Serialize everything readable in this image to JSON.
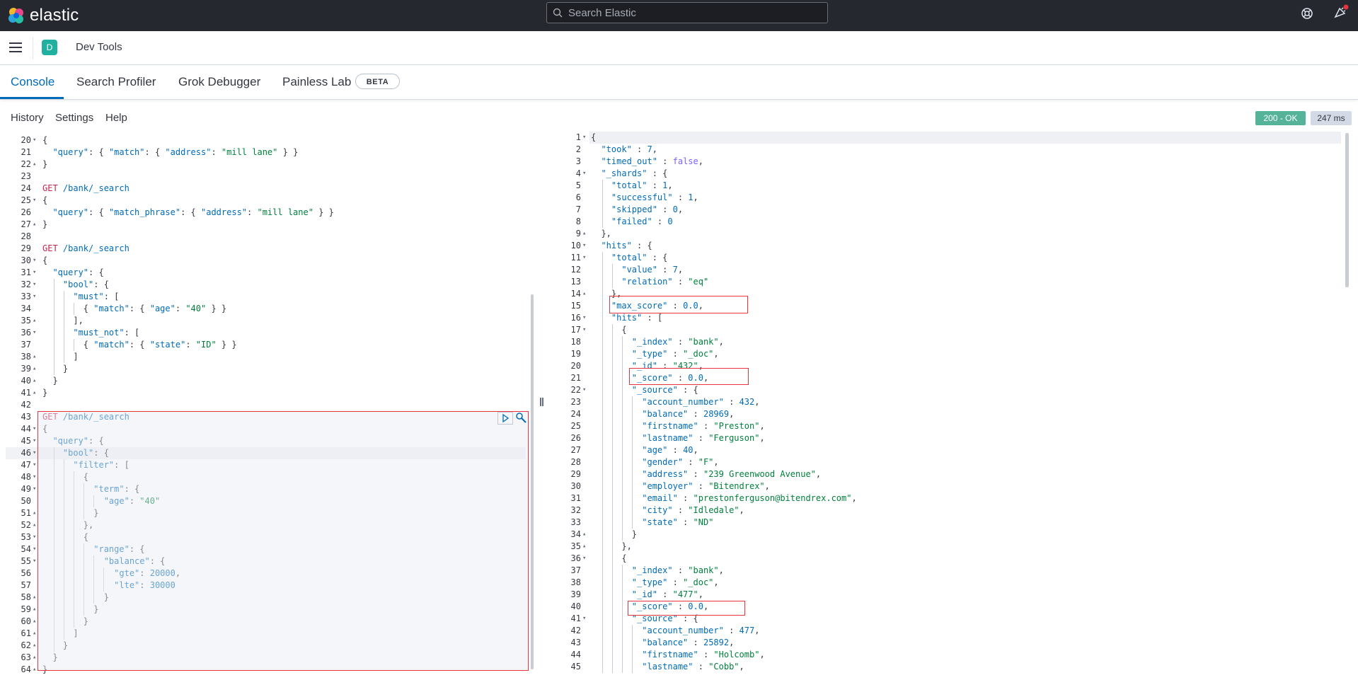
{
  "app": {
    "brand": "elastic"
  },
  "search": {
    "placeholder": "Search Elastic"
  },
  "header": {
    "space_initial": "D",
    "title": "Dev Tools"
  },
  "tabs": [
    {
      "label": "Console",
      "active": true
    },
    {
      "label": "Search Profiler"
    },
    {
      "label": "Grok Debugger"
    },
    {
      "label": "Painless Lab"
    }
  ],
  "beta_badge": "BETA",
  "toolbar": {
    "history": "History",
    "settings": "Settings",
    "help": "Help"
  },
  "status": {
    "code": "200 - OK",
    "time": "247 ms"
  },
  "colors": {
    "accent": "#006bb8",
    "success": "#54b399",
    "topbar": "#25282f",
    "highlight_box": "#e7343f"
  },
  "request_editor": {
    "lines": [
      {
        "n": "20",
        "fold": "v",
        "t": "{"
      },
      {
        "n": "21",
        "t": "  \"query\": { \"match\": { \"address\": \"mill lane\" } }"
      },
      {
        "n": "22",
        "fold": "^",
        "t": "}"
      },
      {
        "n": "23",
        "t": ""
      },
      {
        "n": "24",
        "t": "GET /bank/_search"
      },
      {
        "n": "25",
        "fold": "v",
        "t": "{"
      },
      {
        "n": "26",
        "t": "  \"query\": { \"match_phrase\": { \"address\": \"mill lane\" } }"
      },
      {
        "n": "27",
        "fold": "^",
        "t": "}"
      },
      {
        "n": "28",
        "t": ""
      },
      {
        "n": "29",
        "t": "GET /bank/_search"
      },
      {
        "n": "30",
        "fold": "v",
        "t": "{"
      },
      {
        "n": "31",
        "fold": "v",
        "t": "  \"query\": {"
      },
      {
        "n": "32",
        "fold": "v",
        "t": "    \"bool\": {"
      },
      {
        "n": "33",
        "fold": "v",
        "t": "      \"must\": ["
      },
      {
        "n": "34",
        "t": "        { \"match\": { \"age\": \"40\" } }"
      },
      {
        "n": "35",
        "fold": "^",
        "t": "      ],"
      },
      {
        "n": "36",
        "fold": "v",
        "t": "      \"must_not\": ["
      },
      {
        "n": "37",
        "t": "        { \"match\": { \"state\": \"ID\" } }"
      },
      {
        "n": "38",
        "fold": "^",
        "t": "      ]"
      },
      {
        "n": "39",
        "fold": "^",
        "t": "    }"
      },
      {
        "n": "40",
        "fold": "^",
        "t": "  }"
      },
      {
        "n": "41",
        "fold": "^",
        "t": "}"
      },
      {
        "n": "42",
        "t": ""
      },
      {
        "n": "43",
        "t": "GET /bank/_search"
      },
      {
        "n": "44",
        "fold": "v",
        "t": "{"
      },
      {
        "n": "45",
        "fold": "v",
        "t": "  \"query\": {"
      },
      {
        "n": "46",
        "fold": "v",
        "t": "    \"bool\": {"
      },
      {
        "n": "47",
        "fold": "v",
        "t": "      \"filter\": ["
      },
      {
        "n": "48",
        "fold": "v",
        "t": "        {"
      },
      {
        "n": "49",
        "fold": "v",
        "t": "          \"term\": {"
      },
      {
        "n": "50",
        "t": "            \"age\": \"40\""
      },
      {
        "n": "51",
        "fold": "^",
        "t": "          }"
      },
      {
        "n": "52",
        "fold": "^",
        "t": "        },"
      },
      {
        "n": "53",
        "fold": "v",
        "t": "        {"
      },
      {
        "n": "54",
        "fold": "v",
        "t": "          \"range\": {"
      },
      {
        "n": "55",
        "fold": "v",
        "t": "            \"balance\": {"
      },
      {
        "n": "56",
        "t": "              \"gte\": 20000,"
      },
      {
        "n": "57",
        "t": "              \"lte\": 30000"
      },
      {
        "n": "58",
        "fold": "^",
        "t": "            }"
      },
      {
        "n": "59",
        "fold": "^",
        "t": "          }"
      },
      {
        "n": "60",
        "fold": "^",
        "t": "        }"
      },
      {
        "n": "61",
        "fold": "^",
        "t": "      ]"
      },
      {
        "n": "62",
        "fold": "^",
        "t": "    }"
      },
      {
        "n": "63",
        "fold": "^",
        "t": "  }"
      },
      {
        "n": "64",
        "fold": "^",
        "t": "}"
      }
    ]
  },
  "response_editor": {
    "lines": [
      {
        "n": "1",
        "fold": "v",
        "t": "{"
      },
      {
        "n": "2",
        "t": "  \"took\" : 7,"
      },
      {
        "n": "3",
        "t": "  \"timed_out\" : false,"
      },
      {
        "n": "4",
        "fold": "v",
        "t": "  \"_shards\" : {"
      },
      {
        "n": "5",
        "t": "    \"total\" : 1,"
      },
      {
        "n": "6",
        "t": "    \"successful\" : 1,"
      },
      {
        "n": "7",
        "t": "    \"skipped\" : 0,"
      },
      {
        "n": "8",
        "t": "    \"failed\" : 0"
      },
      {
        "n": "9",
        "fold": "^",
        "t": "  },"
      },
      {
        "n": "10",
        "fold": "v",
        "t": "  \"hits\" : {"
      },
      {
        "n": "11",
        "fold": "v",
        "t": "    \"total\" : {"
      },
      {
        "n": "12",
        "t": "      \"value\" : 7,"
      },
      {
        "n": "13",
        "t": "      \"relation\" : \"eq\""
      },
      {
        "n": "14",
        "fold": "^",
        "t": "    },"
      },
      {
        "n": "15",
        "t": "    \"max_score\" : 0.0,"
      },
      {
        "n": "16",
        "fold": "v",
        "t": "    \"hits\" : ["
      },
      {
        "n": "17",
        "fold": "v",
        "t": "      {"
      },
      {
        "n": "18",
        "t": "        \"_index\" : \"bank\","
      },
      {
        "n": "19",
        "t": "        \"_type\" : \"_doc\","
      },
      {
        "n": "20",
        "t": "        \"_id\" : \"432\","
      },
      {
        "n": "21",
        "t": "        \"_score\" : 0.0,"
      },
      {
        "n": "22",
        "fold": "v",
        "t": "        \"_source\" : {"
      },
      {
        "n": "23",
        "t": "          \"account_number\" : 432,"
      },
      {
        "n": "24",
        "t": "          \"balance\" : 28969,"
      },
      {
        "n": "25",
        "t": "          \"firstname\" : \"Preston\","
      },
      {
        "n": "26",
        "t": "          \"lastname\" : \"Ferguson\","
      },
      {
        "n": "27",
        "t": "          \"age\" : 40,"
      },
      {
        "n": "28",
        "t": "          \"gender\" : \"F\","
      },
      {
        "n": "29",
        "t": "          \"address\" : \"239 Greenwood Avenue\","
      },
      {
        "n": "30",
        "t": "          \"employer\" : \"Bitendrex\","
      },
      {
        "n": "31",
        "t": "          \"email\" : \"prestonferguson@bitendrex.com\","
      },
      {
        "n": "32",
        "t": "          \"city\" : \"Idledale\","
      },
      {
        "n": "33",
        "t": "          \"state\" : \"ND\""
      },
      {
        "n": "34",
        "fold": "^",
        "t": "        }"
      },
      {
        "n": "35",
        "fold": "^",
        "t": "      },"
      },
      {
        "n": "36",
        "fold": "v",
        "t": "      {"
      },
      {
        "n": "37",
        "t": "        \"_index\" : \"bank\","
      },
      {
        "n": "38",
        "t": "        \"_type\" : \"_doc\","
      },
      {
        "n": "39",
        "t": "        \"_id\" : \"477\","
      },
      {
        "n": "40",
        "t": "        \"_score\" : 0.0,"
      },
      {
        "n": "41",
        "fold": "v",
        "t": "        \"_source\" : {"
      },
      {
        "n": "42",
        "t": "          \"account_number\" : 477,"
      },
      {
        "n": "43",
        "t": "          \"balance\" : 25892,"
      },
      {
        "n": "44",
        "t": "          \"firstname\" : \"Holcomb\","
      },
      {
        "n": "45",
        "t": "          \"lastname\" : \"Cobb\","
      }
    ]
  }
}
